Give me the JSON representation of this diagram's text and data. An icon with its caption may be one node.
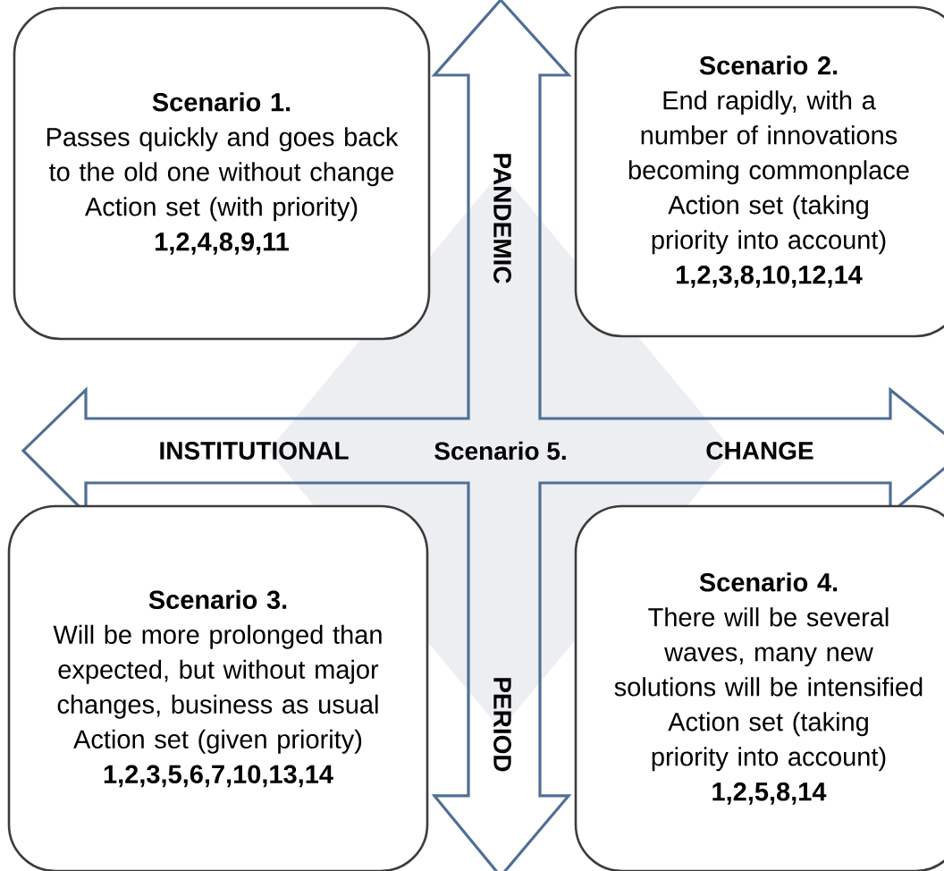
{
  "diagram": {
    "nodes": [
      {
        "text": [
          "Scenario 1.",
          "Passes quickly and goes back to the old one without change",
          "Action set (with priority)",
          "1,2,4,8,9,11"
        ]
      },
      {
        "text": [
          "Scenario 2.",
          "End rapidly, with a number of innovations becoming commonplace",
          "Action set (taking priority into account)",
          "1,2,3,8,10,12,14"
        ]
      },
      {
        "text": [
          "Scenario 3.",
          "Will be more prolonged than expected, but without major changes, business as usual",
          "Action set (given priority)",
          "1,2,3,5,6,7,10,13,14"
        ]
      },
      {
        "text": [
          "Scenario 4.",
          "There will be several waves, many new solutions will be intensified",
          "Action set (taking priority into account)",
          "1,2,5,8,14"
        ]
      },
      {
        "text": [
          "Scenario 5."
        ]
      }
    ],
    "labels": [
      "PANDEMIC",
      "INSTITUTIONAL",
      "CHANGE",
      "PERIOD"
    ]
  }
}
